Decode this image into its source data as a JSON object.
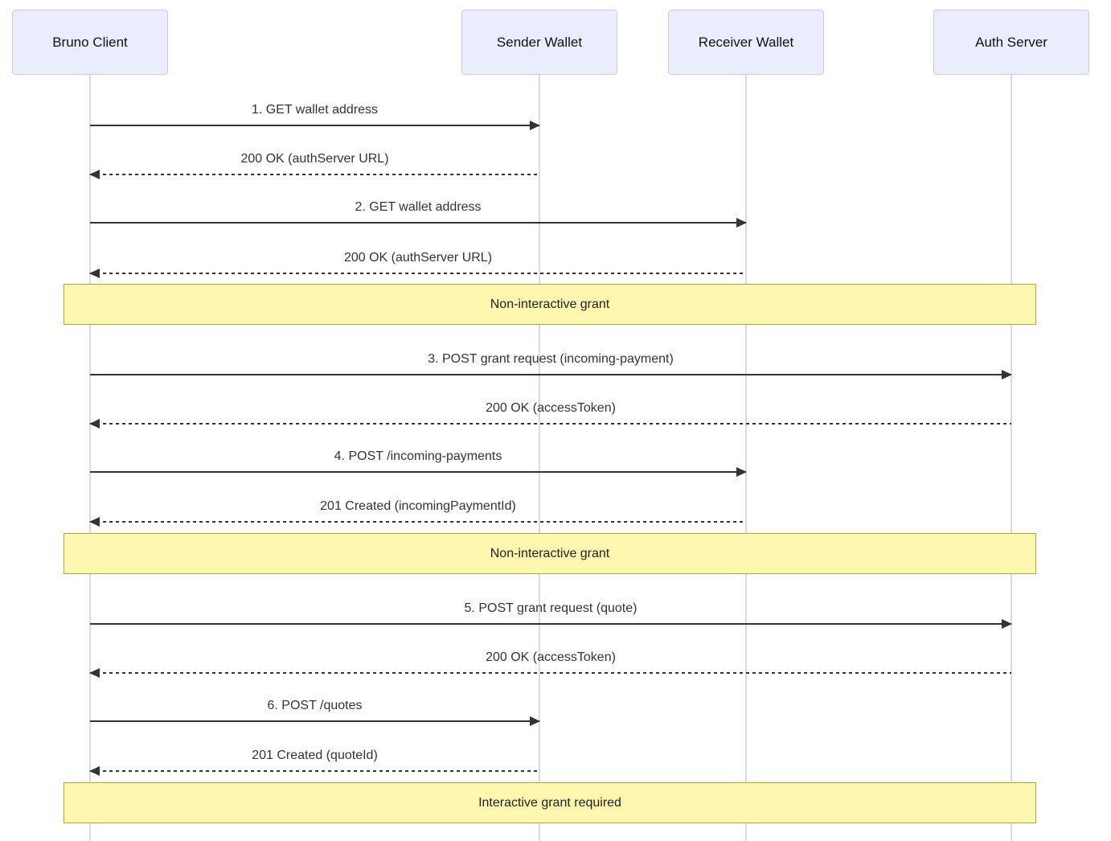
{
  "diagram": {
    "type": "sequence",
    "actors": [
      {
        "label": "Bruno Client"
      },
      {
        "label": "Sender Wallet"
      },
      {
        "label": "Receiver Wallet"
      },
      {
        "label": "Auth Server"
      }
    ],
    "messages": [
      {
        "label": "1. GET wallet address",
        "from": "Bruno Client",
        "to": "Sender Wallet",
        "line": "solid"
      },
      {
        "label": "200 OK (authServer URL)",
        "from": "Sender Wallet",
        "to": "Bruno Client",
        "line": "dashed"
      },
      {
        "label": "2. GET wallet address",
        "from": "Bruno Client",
        "to": "Receiver Wallet",
        "line": "solid"
      },
      {
        "label": "200 OK (authServer URL)",
        "from": "Receiver Wallet",
        "to": "Bruno Client",
        "line": "dashed"
      },
      {
        "label": "3. POST grant request (incoming-payment)",
        "from": "Bruno Client",
        "to": "Auth Server",
        "line": "solid"
      },
      {
        "label": "200 OK (accessToken)",
        "from": "Auth Server",
        "to": "Bruno Client",
        "line": "dashed"
      },
      {
        "label": "4. POST /incoming-payments",
        "from": "Bruno Client",
        "to": "Receiver Wallet",
        "line": "solid"
      },
      {
        "label": "201 Created (incomingPaymentId)",
        "from": "Receiver Wallet",
        "to": "Bruno Client",
        "line": "dashed"
      },
      {
        "label": "5. POST grant request (quote)",
        "from": "Bruno Client",
        "to": "Auth Server",
        "line": "solid"
      },
      {
        "label": "200 OK (accessToken)",
        "from": "Auth Server",
        "to": "Bruno Client",
        "line": "dashed"
      },
      {
        "label": "6. POST /quotes",
        "from": "Bruno Client",
        "to": "Sender Wallet",
        "line": "solid"
      },
      {
        "label": "201 Created (quoteId)",
        "from": "Sender Wallet",
        "to": "Bruno Client",
        "line": "dashed"
      }
    ],
    "bands": [
      {
        "label": "Non-interactive grant"
      },
      {
        "label": "Non-interactive grant"
      },
      {
        "label": "Interactive grant required"
      }
    ],
    "colors": {
      "actor_fill": "#ececff",
      "actor_border": "#ccc8ea",
      "lifeline": "#d8d8ef",
      "arrow": "#333333",
      "band_fill": "#fdf6af",
      "band_border": "#aaaa33",
      "text": "#333333"
    }
  }
}
